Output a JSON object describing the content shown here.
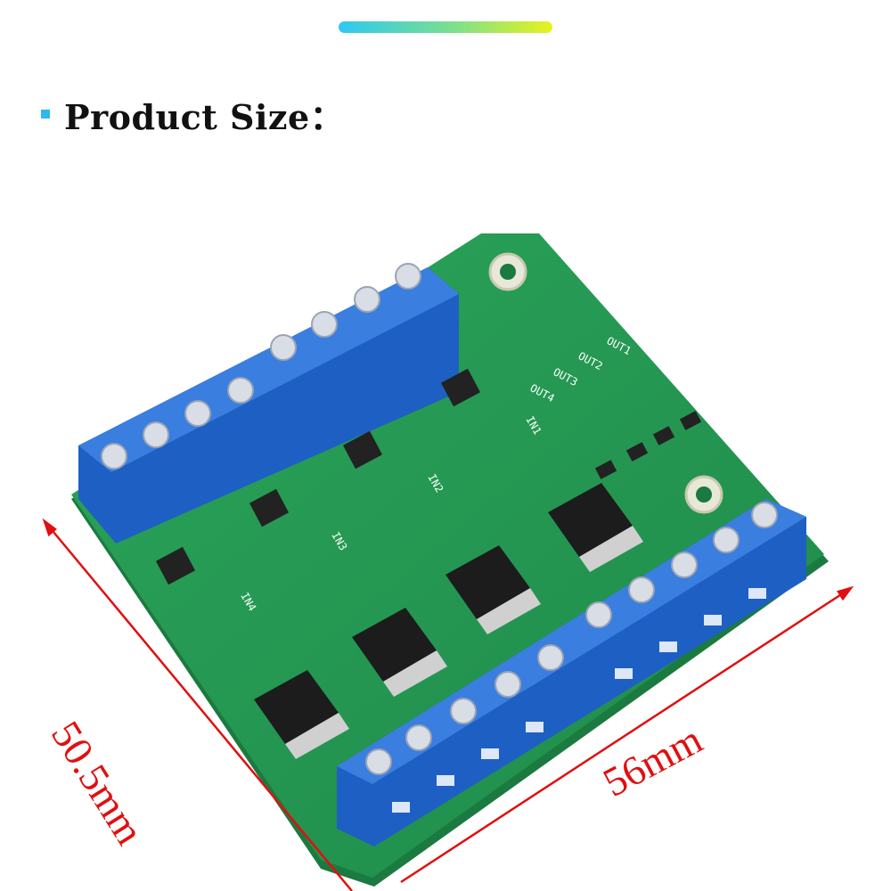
{
  "header": {
    "bullet_color": "#2fb7ee",
    "title": "Product Size："
  },
  "product": {
    "pcb_labels": [
      "OUT1",
      "OUT2",
      "OUT3",
      "OUT4",
      "IN1",
      "IN2",
      "IN3",
      "IN4"
    ]
  },
  "dimensions": {
    "height": "50.5mm",
    "width": "56mm",
    "line_color": "#e01010"
  }
}
